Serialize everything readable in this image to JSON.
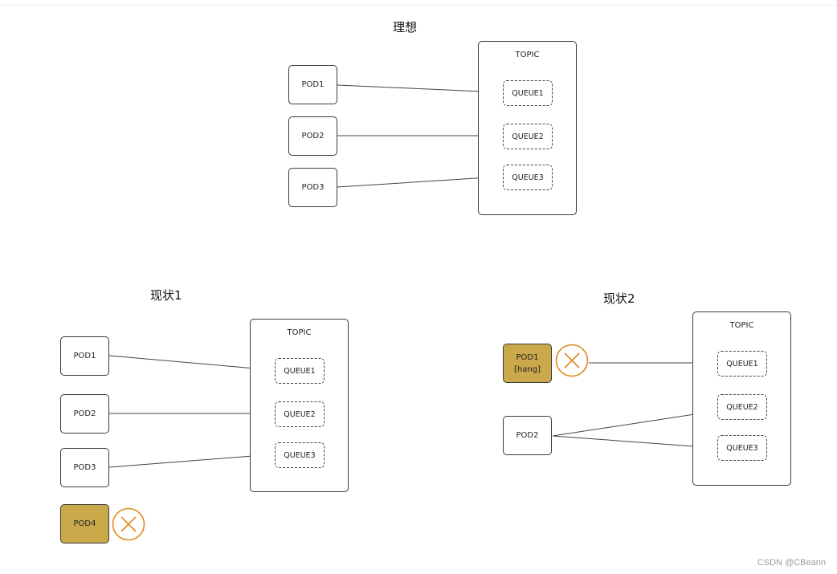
{
  "diagram1": {
    "title": "理想",
    "pods": [
      "POD1",
      "POD2",
      "POD3"
    ],
    "topic": "TOPIC",
    "queues": [
      "QUEUE1",
      "QUEUE2",
      "QUEUE3"
    ]
  },
  "diagram2": {
    "title": "现状1",
    "pods": [
      "POD1",
      "POD2",
      "POD3",
      "POD4"
    ],
    "topic": "TOPIC",
    "queues": [
      "QUEUE1",
      "QUEUE2",
      "QUEUE3"
    ]
  },
  "diagram3": {
    "title": "现状2",
    "pod1_name": "POD1",
    "pod1_status": "[hang]",
    "pod2_name": "POD2",
    "topic": "TOPIC",
    "queues": [
      "QUEUE1",
      "QUEUE2",
      "QUEUE3"
    ]
  },
  "colors": {
    "failed_fill": "#c9a94a",
    "failed_mark": "#e08a1e",
    "line": "#444444"
  },
  "icons": [
    "arrow-right-icon",
    "failed-x-icon"
  ],
  "watermark": "CSDN @CBeann"
}
